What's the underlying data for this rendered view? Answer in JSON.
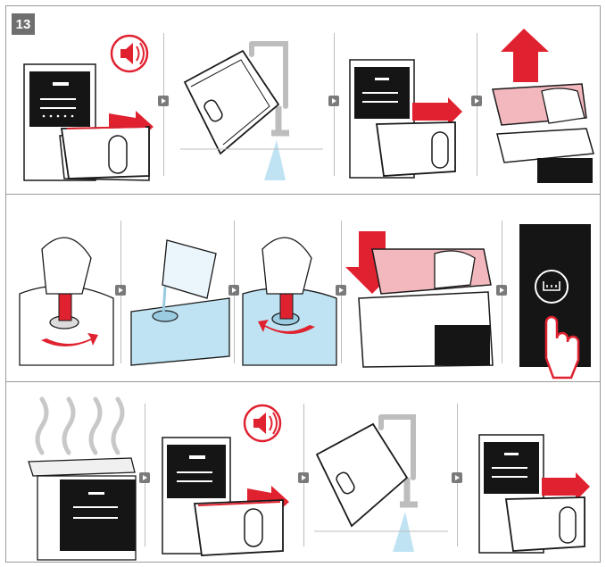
{
  "step": {
    "number": "13"
  },
  "colors": {
    "accent": "#e02230",
    "pink_fill": "#f3b8bd",
    "dark_panel": "#151515",
    "line": "#1a1a1a",
    "water": "#bfe3f2"
  },
  "rows": [
    {
      "panels": [
        "speaker-alert-basket-out",
        "rinse-basket-tap",
        "basket-out-arrow",
        "lift-lid-up"
      ]
    },
    {
      "panels": [
        "open-drain-cap",
        "fill-water-jug",
        "close-drain-cap",
        "press-lid-down",
        "touch-steam-button"
      ]
    },
    {
      "panels": [
        "steam-rising",
        "speaker-alert-basket-out",
        "rinse-basket-tap",
        "basket-out-arrow"
      ]
    }
  ],
  "icons": [
    "speaker-icon",
    "speaker-icon",
    "steam-button-icon",
    "hand-pointer-icon"
  ]
}
